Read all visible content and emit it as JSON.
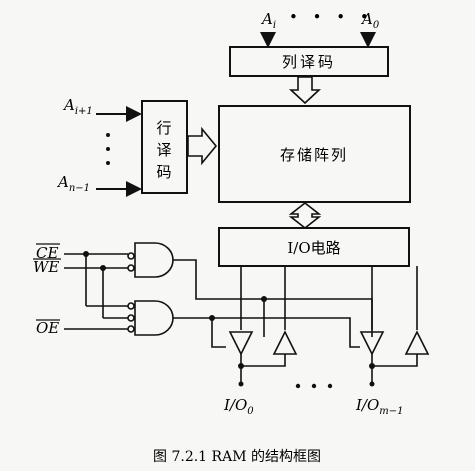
{
  "address_high": {
    "base": "A",
    "sub": "i"
  },
  "address_low": {
    "base": "A",
    "sub": "0"
  },
  "address_mid1": {
    "base": "A",
    "sub": "i+1"
  },
  "address_mid2": {
    "base": "A",
    "sub": "n−1"
  },
  "dots_h": "• • • •",
  "dots_v": "•\n•\n•",
  "dots_io": "• • •",
  "column_decoder": "列译码",
  "row_decoder": [
    "行",
    "译",
    "码"
  ],
  "memory_array": "存储阵列",
  "io_circuit": "I/O电路",
  "signals": {
    "ce": "CE",
    "we": "WE",
    "oe": "OE"
  },
  "io_out0": {
    "base": "I/O",
    "sub": "0"
  },
  "io_outm": {
    "base": "I/O",
    "sub": "m−1"
  },
  "caption": "图 7.2.1   RAM 的结构框图"
}
